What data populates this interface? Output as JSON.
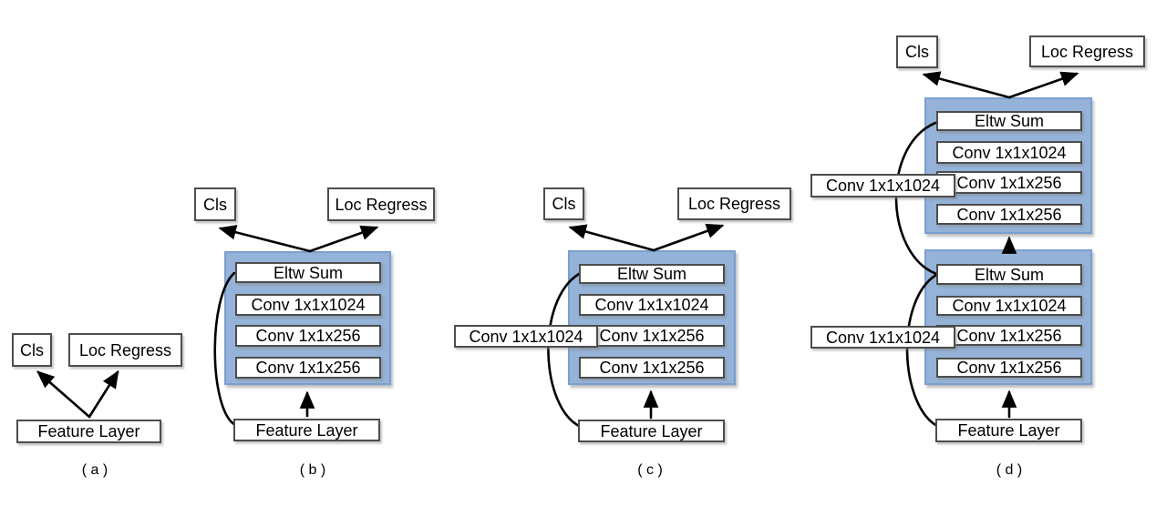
{
  "labels": {
    "cls": "Cls",
    "loc_regress": "Loc Regress",
    "feature_layer": "Feature Layer",
    "eltw_sum": "Eltw Sum",
    "conv_1024": "Conv 1x1x1024",
    "conv_256": "Conv 1x1x256"
  },
  "panels": [
    {
      "caption": "( a )"
    },
    {
      "caption": "( b )"
    },
    {
      "caption": "( c )"
    },
    {
      "caption": "( d )"
    }
  ],
  "colors": {
    "background": "#ffffff",
    "module_fill": "#95b3d8",
    "module_border": "#7b9fce",
    "box_border": "#4d4d4d",
    "arrow": "#000000"
  }
}
